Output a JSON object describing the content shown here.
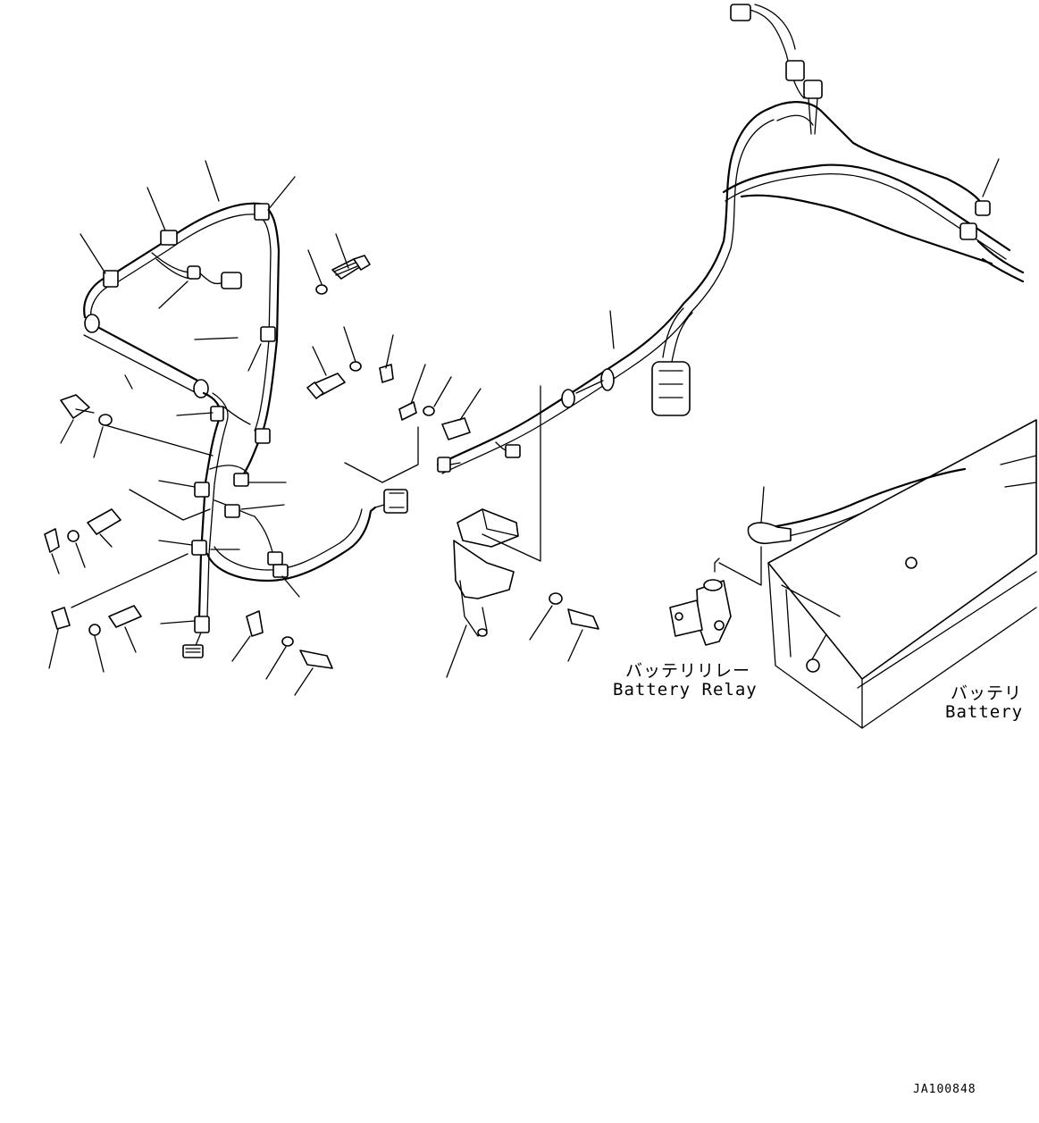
{
  "labels": {
    "battery_relay_jp": "バッテリリレー",
    "battery_relay_en": "Battery Relay",
    "battery_jp": "バッテリ",
    "battery_en": "Battery"
  },
  "drawing_code": "JA100848"
}
